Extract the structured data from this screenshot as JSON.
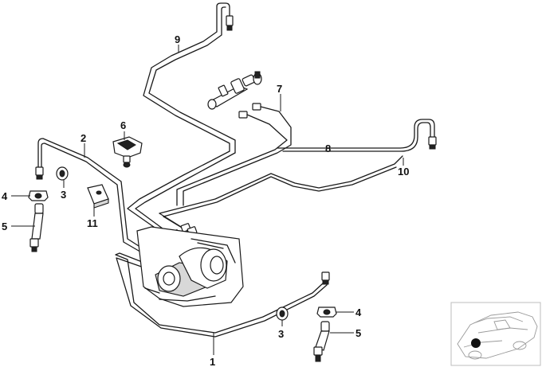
{
  "diagram": {
    "callouts": [
      {
        "id": "c1",
        "text": "1"
      },
      {
        "id": "c2",
        "text": "2"
      },
      {
        "id": "c3a",
        "text": "3"
      },
      {
        "id": "c3b",
        "text": "3"
      },
      {
        "id": "c4a",
        "text": "4"
      },
      {
        "id": "c4b",
        "text": "4"
      },
      {
        "id": "c5a",
        "text": "5"
      },
      {
        "id": "c5b",
        "text": "5"
      },
      {
        "id": "c6",
        "text": "6"
      },
      {
        "id": "c7",
        "text": "7"
      },
      {
        "id": "c8",
        "text": "8"
      },
      {
        "id": "c9",
        "text": "9"
      },
      {
        "id": "c10",
        "text": "10"
      },
      {
        "id": "c11",
        "text": "11"
      }
    ]
  },
  "colors": {
    "line": "#1a1a1a",
    "background": "#ffffff",
    "thumbnail_frame": "#bdbdbd"
  }
}
